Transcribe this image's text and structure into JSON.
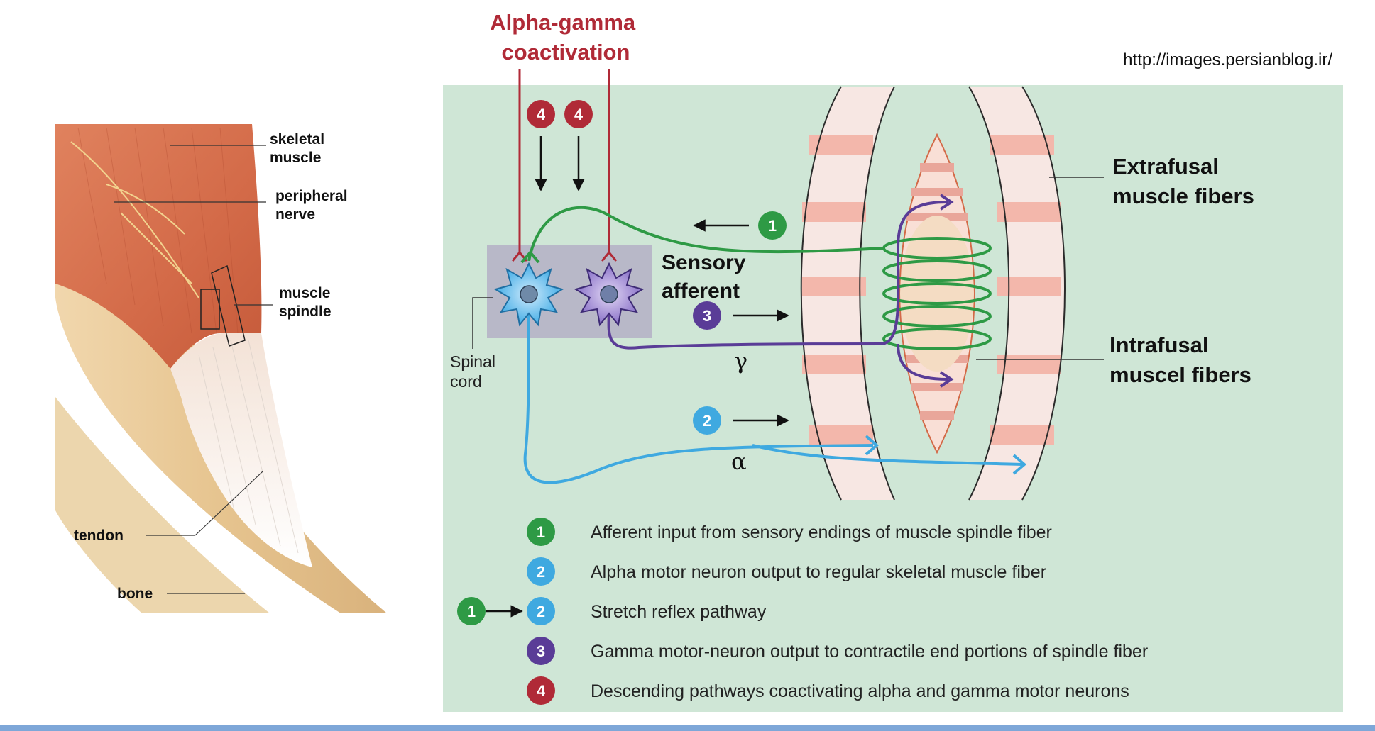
{
  "source_url": "http://images.persianblog.ir/",
  "title": {
    "line1": "Alpha-gamma",
    "line2": "coactivation"
  },
  "anatomy": {
    "skeletal_muscle": [
      "skeletal",
      "muscle"
    ],
    "peripheral_nerve": [
      "peripheral",
      "nerve"
    ],
    "muscle_spindle": [
      "muscle",
      "spindle"
    ],
    "tendon": "tendon",
    "bone": "bone"
  },
  "diagram": {
    "spinal_cord": [
      "Spinal",
      "cord"
    ],
    "sensory_afferent": [
      "Sensory",
      "afferent"
    ],
    "gamma": "γ",
    "alpha": "α",
    "extrafusal": [
      "Extrafusal",
      "muscle fibers"
    ],
    "intrafusal": [
      "Intrafusal",
      "muscel fibers"
    ],
    "badge_numbers": {
      "one": "1",
      "two": "2",
      "three": "3",
      "four": "4"
    }
  },
  "legend": [
    {
      "badges": [
        "1"
      ],
      "text": "Afferent input from sensory endings of muscle spindle fiber"
    },
    {
      "badges": [
        "2"
      ],
      "text": "Alpha motor neuron output to regular skeletal muscle fiber"
    },
    {
      "badges": [
        "1",
        "2"
      ],
      "text": "Stretch reflex pathway"
    },
    {
      "badges": [
        "3"
      ],
      "text": "Gamma motor-neuron output to contractile end portions of spindle fiber"
    },
    {
      "badges": [
        "4"
      ],
      "text": "Descending pathways coactivating alpha and gamma motor neurons"
    }
  ],
  "colors": {
    "panel_bg": "#cfe6d6",
    "red": "#b02a37",
    "green": "#2e9a45",
    "blue": "#3fa9e0",
    "purple": "#5a3c97",
    "muscle": "#d9704f",
    "bone": "#e7c898",
    "footer_line": "#7ea7d8"
  }
}
